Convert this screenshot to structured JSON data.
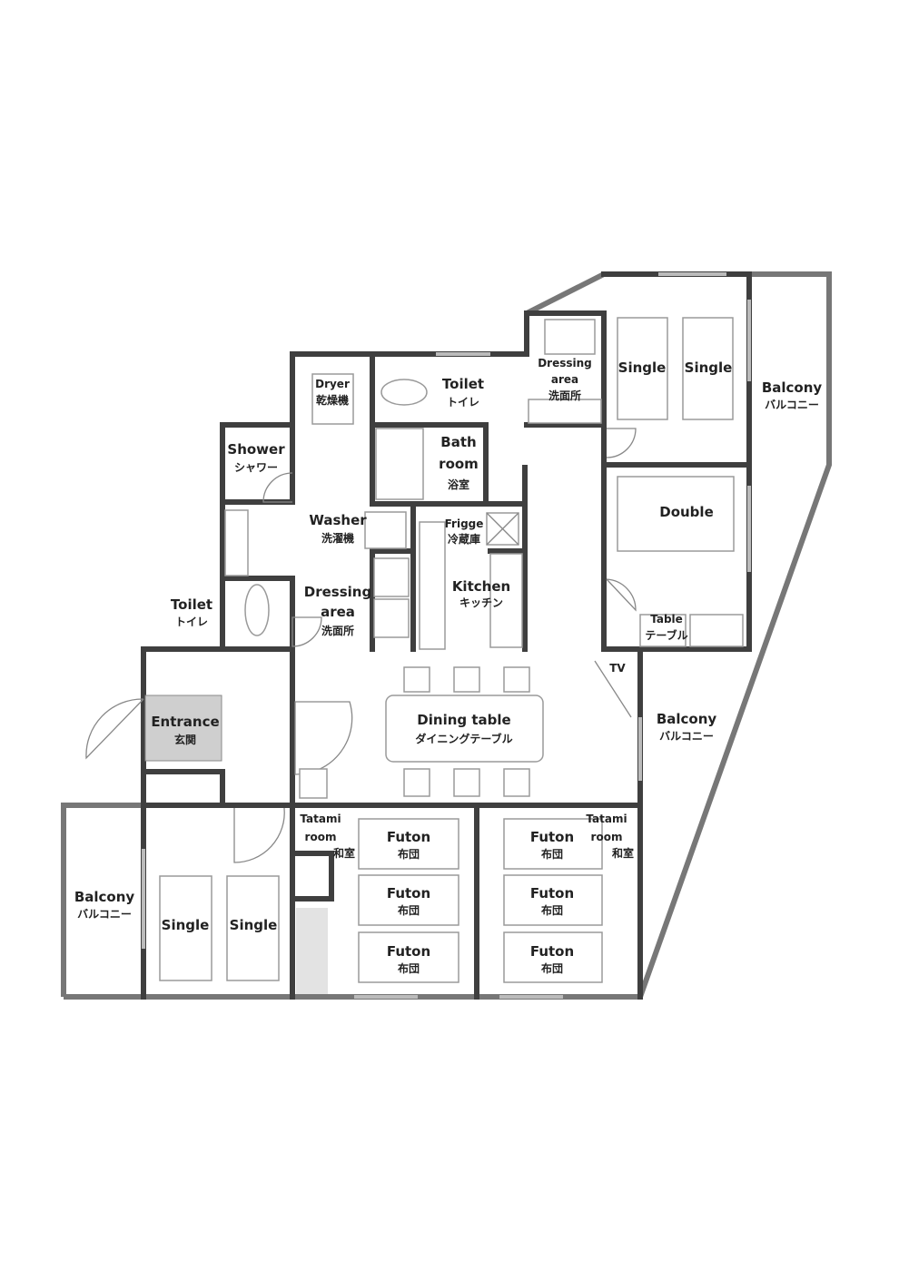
{
  "rooms": {
    "dryer": {
      "en": "Dryer",
      "jp": "乾燥機"
    },
    "toilet_upper": {
      "en": "Toilet",
      "jp": "トイレ"
    },
    "dressing_upper": {
      "en1": "Dressing",
      "en2": "area",
      "jp": "洗面所"
    },
    "single_upper_1": {
      "en": "Single"
    },
    "single_upper_2": {
      "en": "Single"
    },
    "balcony_right_upper": {
      "en": "Balcony",
      "jp": "バルコニー"
    },
    "shower": {
      "en": "Shower",
      "jp": "シャワー"
    },
    "bathroom": {
      "en1": "Bath",
      "en2": "room",
      "jp": "浴室"
    },
    "washer": {
      "en": "Washer",
      "jp": "洗濯機"
    },
    "fridge": {
      "en": "Frigge",
      "jp": "冷蔵庫"
    },
    "double": {
      "en": "Double"
    },
    "kitchen": {
      "en": "Kitchen",
      "jp": "キッチン"
    },
    "toilet_lower": {
      "en": "Toilet",
      "jp": "トイレ"
    },
    "dressing_lower": {
      "en1": "Dressing",
      "en2": "area",
      "jp": "洗面所"
    },
    "table": {
      "en": "Table",
      "jp": "テーブル"
    },
    "tv": {
      "en": "TV"
    },
    "entrance": {
      "en": "Entrance",
      "jp": "玄関"
    },
    "dining": {
      "en": "Dining table",
      "jp": "ダイニングテーブル"
    },
    "balcony_right_lower": {
      "en": "Balcony",
      "jp": "バルコニー"
    },
    "tatami_left": {
      "en1": "Tatami",
      "en2": "room",
      "jp": "和室"
    },
    "tatami_right": {
      "en1": "Tatami",
      "en2": "room",
      "jp": "和室"
    },
    "balcony_left": {
      "en": "Balcony",
      "jp": "バルコニー"
    },
    "single_lower_1": {
      "en": "Single"
    },
    "single_lower_2": {
      "en": "Single"
    },
    "futons": [
      {
        "en": "Futon",
        "jp": "布団"
      },
      {
        "en": "Futon",
        "jp": "布団"
      },
      {
        "en": "Futon",
        "jp": "布団"
      },
      {
        "en": "Futon",
        "jp": "布団"
      },
      {
        "en": "Futon",
        "jp": "布団"
      },
      {
        "en": "Futon",
        "jp": "布団"
      }
    ]
  },
  "colors": {
    "wall": "#3f3f3f",
    "furniture": "#9a9a9a"
  }
}
